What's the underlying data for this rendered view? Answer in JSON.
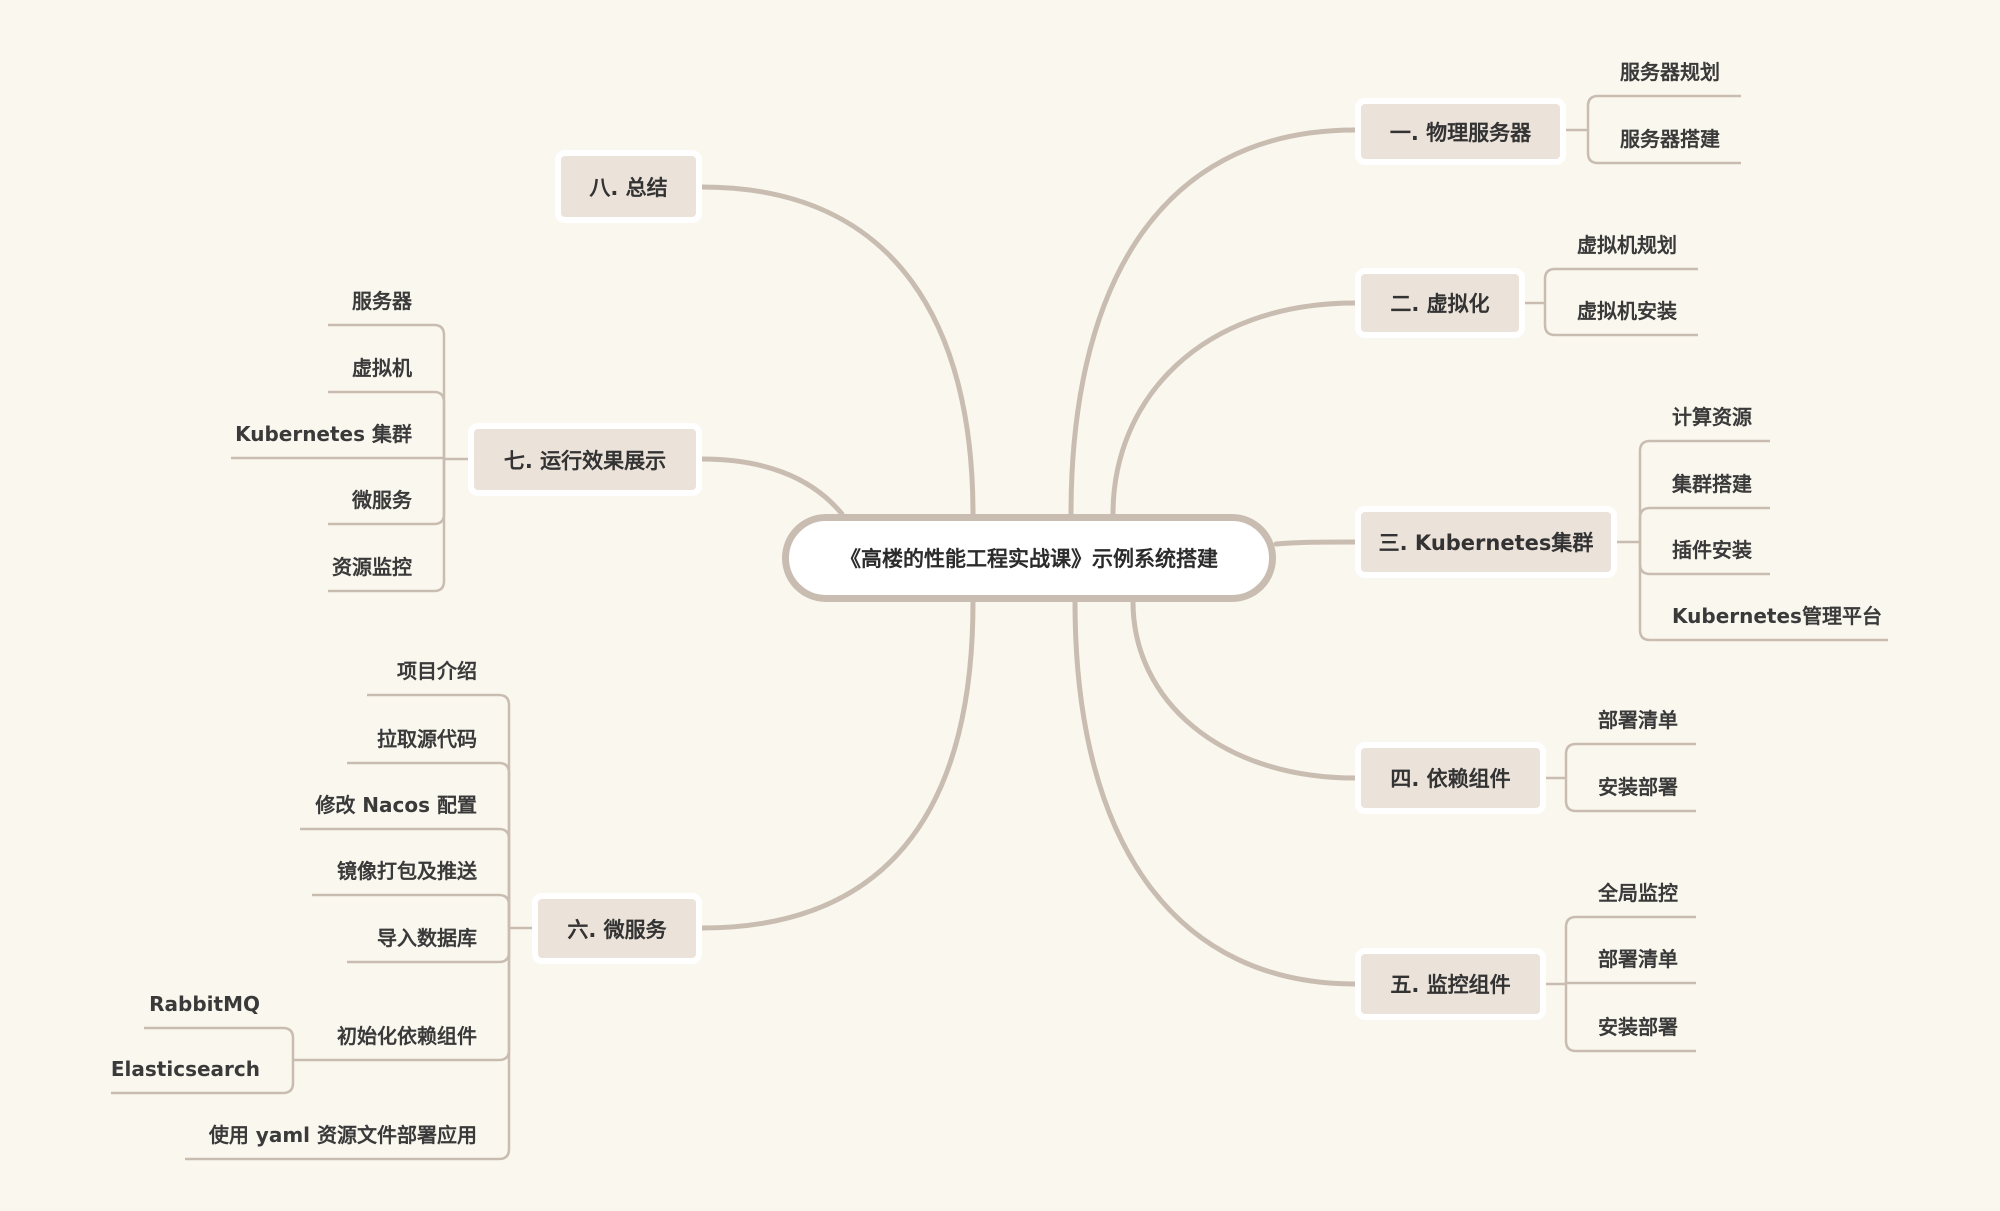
{
  "center": {
    "title": "《高楼的性能工程实战课》示例系统搭建"
  },
  "topics": [
    {
      "label": "一. 物理服务器",
      "children": [
        "服务器规划",
        "服务器搭建"
      ]
    },
    {
      "label": "二. 虚拟化",
      "children": [
        "虚拟机规划",
        "虚拟机安装"
      ]
    },
    {
      "label": "三. Kubernetes集群",
      "children": [
        "计算资源",
        "集群搭建",
        "插件安装",
        "Kubernetes管理平台"
      ]
    },
    {
      "label": "四. 依赖组件",
      "children": [
        "部署清单",
        "安装部署"
      ]
    },
    {
      "label": "五. 监控组件",
      "children": [
        "全局监控",
        "部署清单",
        "安装部署"
      ]
    },
    {
      "label": "六. 微服务",
      "children": [
        "项目介绍",
        "拉取源代码",
        "修改 Nacos 配置",
        "镜像打包及推送",
        "导入数据库",
        "初始化依赖组件",
        "使用 yaml 资源文件部署应用"
      ],
      "init_children": [
        "RabbitMQ",
        "Elasticsearch"
      ]
    },
    {
      "label": "七. 运行效果展示",
      "children": [
        "服务器",
        "虚拟机",
        "Kubernetes 集群",
        "微服务",
        "资源监控"
      ]
    },
    {
      "label": "八. 总结",
      "children": []
    }
  ],
  "colors": {
    "background": "#faf7ee",
    "line": "#c9bdb2",
    "topic_fill": "#ebe2da"
  }
}
